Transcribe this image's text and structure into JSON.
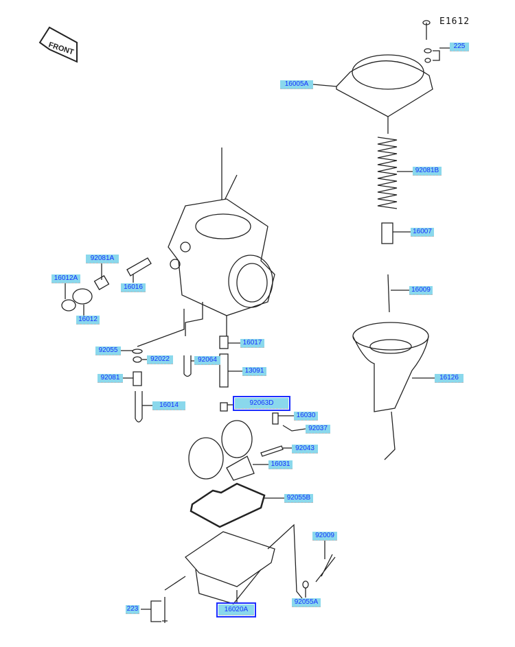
{
  "diagram_code": "E1612",
  "front_sign": "FRONT",
  "parts": {
    "p225": "225",
    "p16005A": "16005A",
    "p92081B": "92081B",
    "p16007": "16007",
    "p16009": "16009",
    "p16126": "16126",
    "p92081A": "92081A",
    "p16012A": "16012A",
    "p16016": "16016",
    "p16012": "16012",
    "p16017": "16017",
    "p92055": "92055",
    "p92022": "92022",
    "p92064": "92064",
    "p13091": "13091",
    "p92081": "92081",
    "p16014": "16014",
    "p92063D": "92063D",
    "p16030": "16030",
    "p92037": "92037",
    "p92043": "92043",
    "p16031": "16031",
    "p92055B": "92055B",
    "p92009": "92009",
    "p92055A": "92055A",
    "p223": "223",
    "p16020A": "16020A"
  },
  "highlighted": [
    "92063D",
    "16020A"
  ]
}
